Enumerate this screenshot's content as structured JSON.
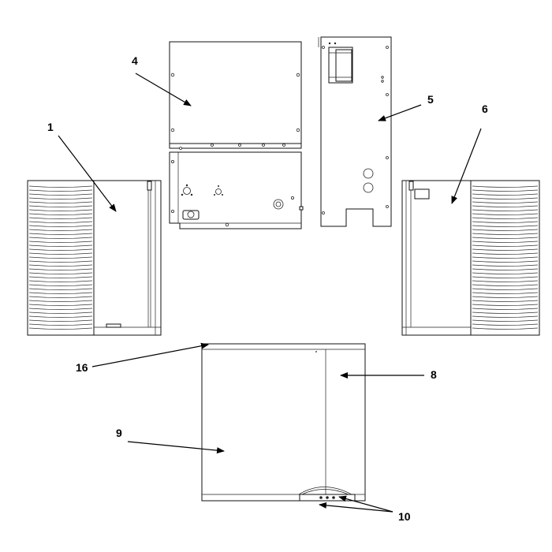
{
  "callouts": {
    "c1": "1",
    "c4": "4",
    "c5": "5",
    "c6": "6",
    "c8": "8",
    "c9": "9",
    "c10": "10",
    "c16": "16"
  }
}
